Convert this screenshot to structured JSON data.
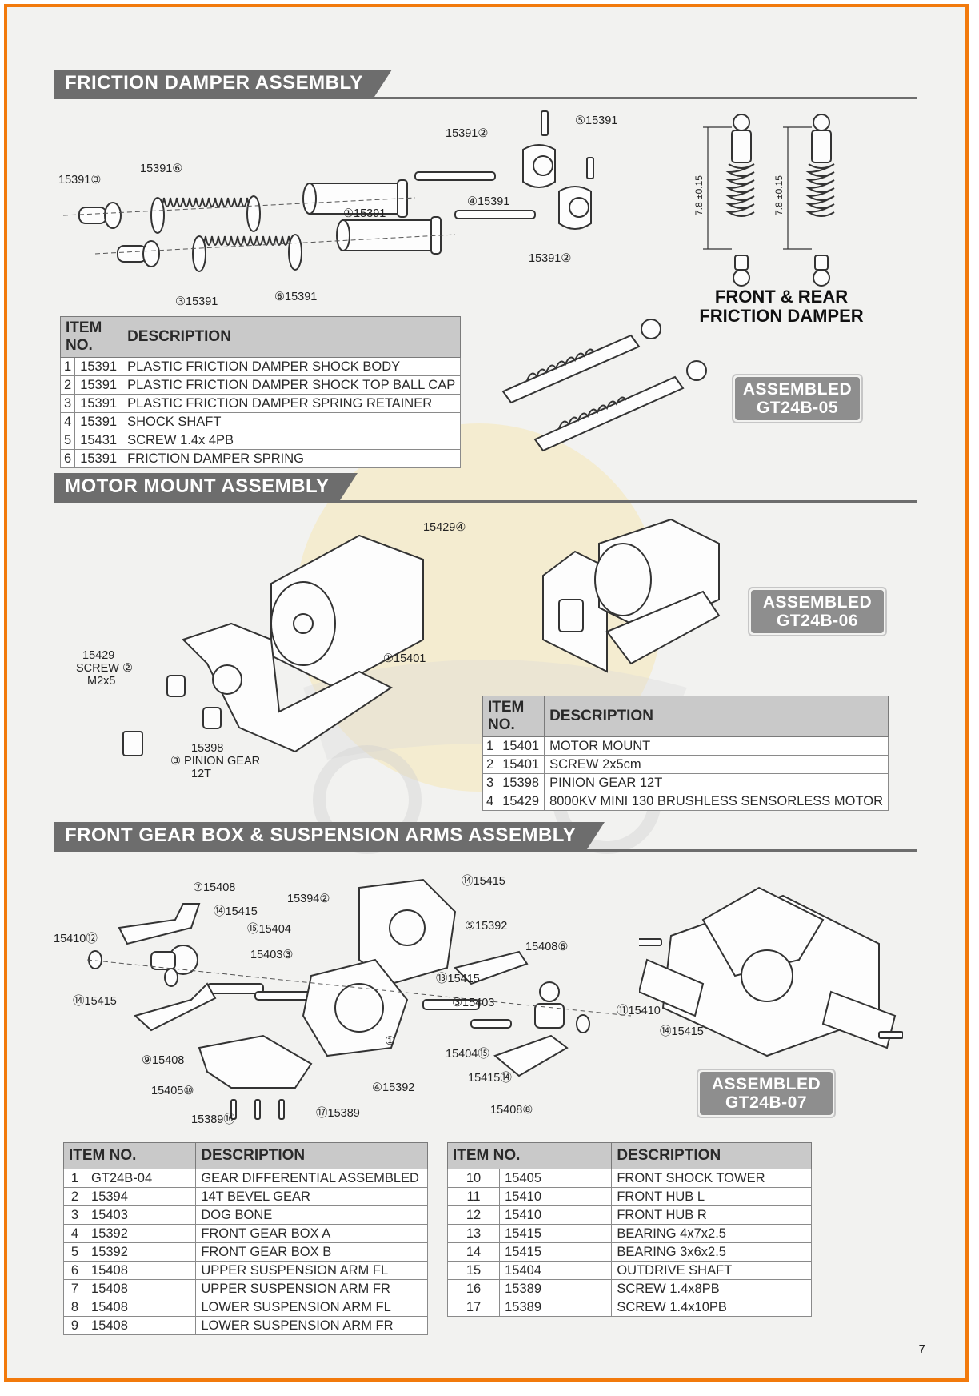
{
  "sections": {
    "friction": {
      "title": "FRICTION DAMPER ASSEMBLY"
    },
    "motor": {
      "title": "MOTOR MOUNT ASSEMBLY"
    },
    "gearbox": {
      "title": "FRONT GEAR BOX & SUSPENSION ARMS ASSEMBLY"
    }
  },
  "headers": {
    "item_no": "ITEM NO.",
    "description": "DESCRIPTION"
  },
  "friction_table": [
    {
      "n": "1",
      "item": "15391",
      "desc": "PLASTIC FRICTION DAMPER SHOCK BODY"
    },
    {
      "n": "2",
      "item": "15391",
      "desc": "PLASTIC FRICTION DAMPER SHOCK TOP BALL CAP"
    },
    {
      "n": "3",
      "item": "15391",
      "desc": "PLASTIC FRICTION DAMPER SPRING RETAINER"
    },
    {
      "n": "4",
      "item": "15391",
      "desc": "SHOCK SHAFT"
    },
    {
      "n": "5",
      "item": "15431",
      "desc": "SCREW 1.4x 4PB"
    },
    {
      "n": "6",
      "item": "15391",
      "desc": "FRICTION DAMPER SPRING"
    }
  ],
  "motor_table": [
    {
      "n": "1",
      "item": "15401",
      "desc": "MOTOR MOUNT"
    },
    {
      "n": "2",
      "item": "15401",
      "desc": "SCREW 2x5cm"
    },
    {
      "n": "3",
      "item": "15398",
      "desc": "PINION GEAR 12T"
    },
    {
      "n": "4",
      "item": "15429",
      "desc": "8000KV MINI 130 BRUSHLESS SENSORLESS MOTOR"
    }
  ],
  "gear_table_left": [
    {
      "n": "1",
      "item": "GT24B-04",
      "desc": "GEAR DIFFERENTIAL  ASSEMBLED"
    },
    {
      "n": "2",
      "item": "15394",
      "desc": "14T BEVEL GEAR"
    },
    {
      "n": "3",
      "item": "15403",
      "desc": "DOG BONE"
    },
    {
      "n": "4",
      "item": "15392",
      "desc": "FRONT GEAR BOX A"
    },
    {
      "n": "5",
      "item": "15392",
      "desc": "FRONT GEAR BOX B"
    },
    {
      "n": "6",
      "item": "15408",
      "desc": "UPPER SUSPENSION ARM FL"
    },
    {
      "n": "7",
      "item": "15408",
      "desc": "UPPER SUSPENSION ARM FR"
    },
    {
      "n": "8",
      "item": "15408",
      "desc": "LOWER SUSPENSION ARM FL"
    },
    {
      "n": "9",
      "item": "15408",
      "desc": "LOWER SUSPENSION ARM FR"
    }
  ],
  "gear_table_right": [
    {
      "n": "10",
      "item": "15405",
      "desc": "FRONT SHOCK TOWER"
    },
    {
      "n": "11",
      "item": "15410",
      "desc": "FRONT HUB L"
    },
    {
      "n": "12",
      "item": "15410",
      "desc": "FRONT HUB R"
    },
    {
      "n": "13",
      "item": "15415",
      "desc": "BEARING 4x7x2.5"
    },
    {
      "n": "14",
      "item": "15415",
      "desc": "BEARING 3x6x2.5"
    },
    {
      "n": "15",
      "item": "15404",
      "desc": "OUTDRIVE SHAFT"
    },
    {
      "n": "16",
      "item": "15389",
      "desc": "SCREW 1.4x8PB"
    },
    {
      "n": "17",
      "item": "15389",
      "desc": "SCREW 1.4x10PB"
    }
  ],
  "badges": {
    "b05": "ASSEMBLED\nGT24B-05",
    "b06": "ASSEMBLED\nGT24B-06",
    "b07": "ASSEMBLED\nGT24B-07"
  },
  "badge_lines": {
    "b05": [
      "ASSEMBLED",
      "GT24B-05"
    ],
    "b06": [
      "ASSEMBLED",
      "GT24B-06"
    ],
    "b07": [
      "ASSEMBLED",
      "GT24B-07"
    ]
  },
  "damper_caption": [
    "FRONT & REAR",
    "FRICTION DAMPER"
  ],
  "dimension": "7.8 ±0.15",
  "callouts_friction": {
    "c1": "15391③",
    "c2": "15391⑥",
    "c3": "①15391",
    "c4": "15391②",
    "c5": "⑤15391",
    "c6": "④15391",
    "c7": "15391②",
    "c8": "③15391",
    "c9": "⑥15391"
  },
  "callouts_motor": {
    "c1": "15429④",
    "c2a": "15429",
    "c2b": "SCREW ②",
    "c2c": "M2x5",
    "c3": "①15401",
    "c4a": "15398",
    "c4b": "③ PINION GEAR",
    "c4c": "12T"
  },
  "callouts_gear": {
    "c1": "⑦15408",
    "c2": "⑭15415",
    "c3": "15410⑫",
    "c4": "⑮15404",
    "c5": "15403③",
    "c6": "⑭15415",
    "c7": "⑨15408",
    "c8": "15394②",
    "c9": "⑭15415",
    "c10": "⑤15392",
    "c11": "⑬15415",
    "c12": "③15403",
    "c13": "15408⑥",
    "c14": "⑪15410",
    "c15": "⑭15415",
    "c16": "15404⑮",
    "c17": "15415⑭",
    "c18": "15408⑧",
    "c19": "15405⑩",
    "c20": "④15392",
    "c21": "15389⑯",
    "c22": "⑰15389",
    "c23": "①"
  },
  "page_number": "7"
}
